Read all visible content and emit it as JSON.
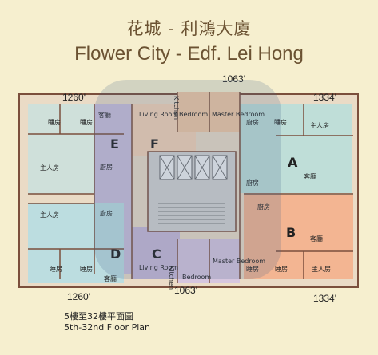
{
  "title": {
    "zh": "花城 - 利鴻大廈",
    "en": "Flower City - Edf. Lei Hong"
  },
  "dimensions": {
    "top_left": "1260'",
    "top_center": "1063'",
    "top_right": "1334'",
    "bottom_left": "1260'",
    "bottom_center": "1063'",
    "bottom_right": "1334'"
  },
  "flats": [
    "A",
    "B",
    "C",
    "D",
    "E",
    "F"
  ],
  "rooms": {
    "bedroom_zh": "睡房",
    "master_bedroom_zh": "主人房",
    "kitchen_zh": "廚房",
    "living_zh": "客廳",
    "living_en": "Living Room",
    "bedroom_en": "Bedroom",
    "master_bedroom_en": "Master Bedroom",
    "kitchen_en": "Kitchen"
  },
  "caption": {
    "zh": "5樓至32樓平面圖",
    "en": "5th-32nd Floor Plan"
  },
  "colors": {
    "background": "#f6efcf",
    "title": "#6b5232",
    "wall": "#7b4f3c",
    "unit_a": "#bfded8",
    "unit_b": "#f3b592",
    "unit_c": "#c9b9d6",
    "unit_d": "#bcdde0",
    "unit_e": "#cbc0da",
    "unit_f": "#f4d3b6",
    "core": "#d4d3d0",
    "watermark": "#46648e"
  }
}
